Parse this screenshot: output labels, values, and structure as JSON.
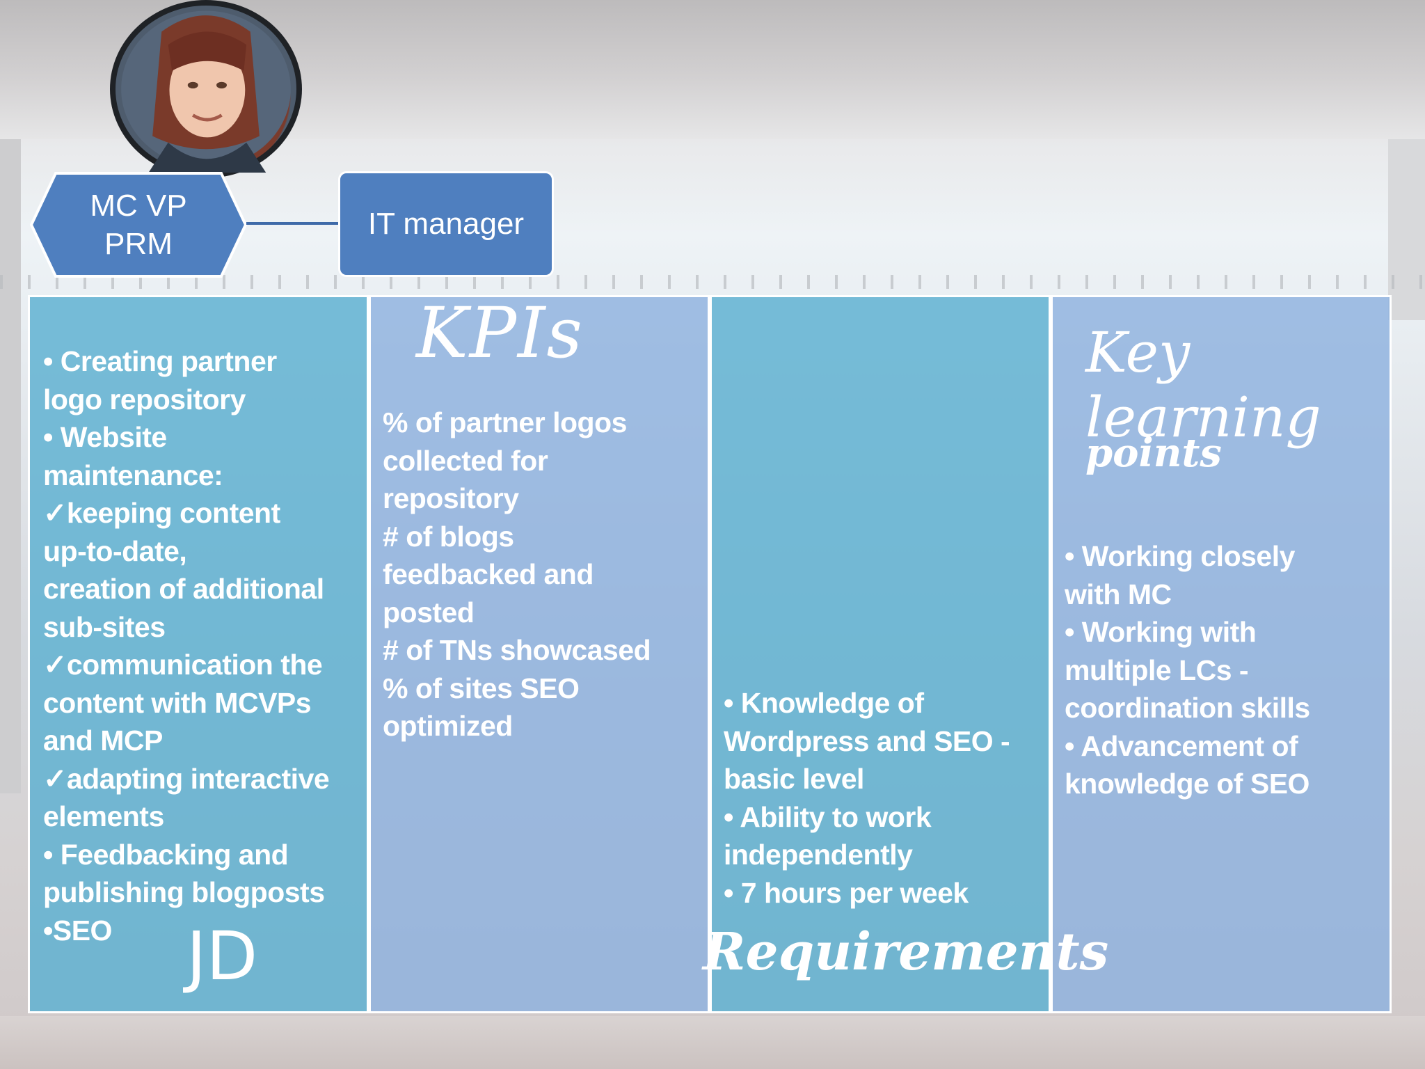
{
  "header": {
    "avatar_name": "profile-photo",
    "role_primary": "MC VP\nPRM",
    "role_secondary": "IT manager"
  },
  "columns": [
    {
      "title": "JD",
      "lines": [
        "• Creating partner",
        "logo repository",
        "• Website",
        "maintenance:",
        "✓keeping content",
        "up-to-date,",
        "creation of additional",
        "sub-sites",
        "✓communication the",
        "content with MCVPs",
        "and MCP",
        "✓adapting interactive",
        "elements",
        "•  Feedbacking and",
        "publishing blogposts",
        "•SEO"
      ]
    },
    {
      "title": "KPIs",
      "lines": [
        "% of partner logos",
        "collected for",
        "repository",
        "# of blogs",
        "feedbacked and",
        "posted",
        "# of TNs showcased",
        "% of sites SEO",
        "optimized"
      ]
    },
    {
      "title": "Requirements",
      "lines": [
        "• Knowledge of",
        "Wordpress and SEO -",
        "basic level",
        "• Ability to work",
        "independently",
        "• 7 hours per week"
      ]
    },
    {
      "title": "Key learning",
      "subtitle": "points",
      "lines": [
        "• Working closely",
        "with MC",
        "• Working with",
        "multiple LCs -",
        "coordination skills",
        "• Advancement of",
        "knowledge of SEO"
      ]
    }
  ],
  "colors": {
    "hex_fill": "#4f7fbf",
    "panel_teal": "#5cb0d1",
    "panel_blue": "#8cb0de",
    "text": "#ffffff"
  }
}
